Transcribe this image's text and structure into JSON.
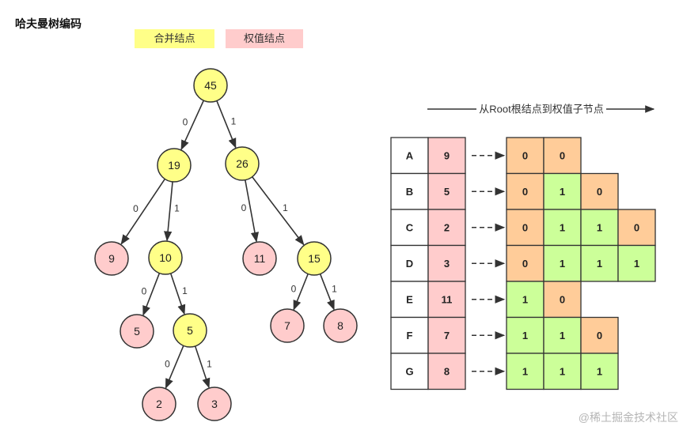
{
  "title": "哈夫曼树编码",
  "legend": {
    "merge_label": "合并结点",
    "weight_label": "权值结点",
    "merge_color": "#ffff88",
    "weight_color": "#ffcccc"
  },
  "path_caption": "从Root根结点到权值子节点",
  "watermark": "@稀土掘金技术社区",
  "colors": {
    "merge_fill": "#ffff88",
    "weight_fill": "#ffcccc",
    "bit0_fill": "#ffcc99",
    "bit1_fill": "#ccff99",
    "letter_fill": "#ffffff",
    "stroke": "#333333"
  },
  "tree": {
    "nodes": [
      {
        "id": "n45",
        "label": "45",
        "kind": "merge"
      },
      {
        "id": "n19",
        "label": "19",
        "kind": "merge"
      },
      {
        "id": "n26",
        "label": "26",
        "kind": "merge"
      },
      {
        "id": "n9",
        "label": "9",
        "kind": "weight"
      },
      {
        "id": "n10",
        "label": "10",
        "kind": "merge"
      },
      {
        "id": "n11",
        "label": "11",
        "kind": "weight"
      },
      {
        "id": "n15",
        "label": "15",
        "kind": "merge"
      },
      {
        "id": "n5a",
        "label": "5",
        "kind": "weight"
      },
      {
        "id": "n5b",
        "label": "5",
        "kind": "merge"
      },
      {
        "id": "n7",
        "label": "7",
        "kind": "weight"
      },
      {
        "id": "n8",
        "label": "8",
        "kind": "weight"
      },
      {
        "id": "n2",
        "label": "2",
        "kind": "weight"
      },
      {
        "id": "n3",
        "label": "3",
        "kind": "weight"
      }
    ],
    "edges": [
      {
        "from": "n45",
        "to": "n19",
        "label": "0"
      },
      {
        "from": "n45",
        "to": "n26",
        "label": "1"
      },
      {
        "from": "n19",
        "to": "n9",
        "label": "0"
      },
      {
        "from": "n19",
        "to": "n10",
        "label": "1"
      },
      {
        "from": "n26",
        "to": "n11",
        "label": "0"
      },
      {
        "from": "n26",
        "to": "n15",
        "label": "1"
      },
      {
        "from": "n10",
        "to": "n5a",
        "label": "0"
      },
      {
        "from": "n10",
        "to": "n5b",
        "label": "1"
      },
      {
        "from": "n15",
        "to": "n7",
        "label": "0"
      },
      {
        "from": "n15",
        "to": "n8",
        "label": "1"
      },
      {
        "from": "n5b",
        "to": "n2",
        "label": "0"
      },
      {
        "from": "n5b",
        "to": "n3",
        "label": "1"
      }
    ]
  },
  "codes": [
    {
      "letter": "A",
      "weight": "9",
      "bits": [
        "0",
        "0"
      ]
    },
    {
      "letter": "B",
      "weight": "5",
      "bits": [
        "0",
        "1",
        "0"
      ]
    },
    {
      "letter": "C",
      "weight": "2",
      "bits": [
        "0",
        "1",
        "1",
        "0"
      ]
    },
    {
      "letter": "D",
      "weight": "3",
      "bits": [
        "0",
        "1",
        "1",
        "1"
      ]
    },
    {
      "letter": "E",
      "weight": "11",
      "bits": [
        "1",
        "0"
      ]
    },
    {
      "letter": "F",
      "weight": "7",
      "bits": [
        "1",
        "1",
        "0"
      ]
    },
    {
      "letter": "G",
      "weight": "8",
      "bits": [
        "1",
        "1",
        "1"
      ]
    }
  ]
}
